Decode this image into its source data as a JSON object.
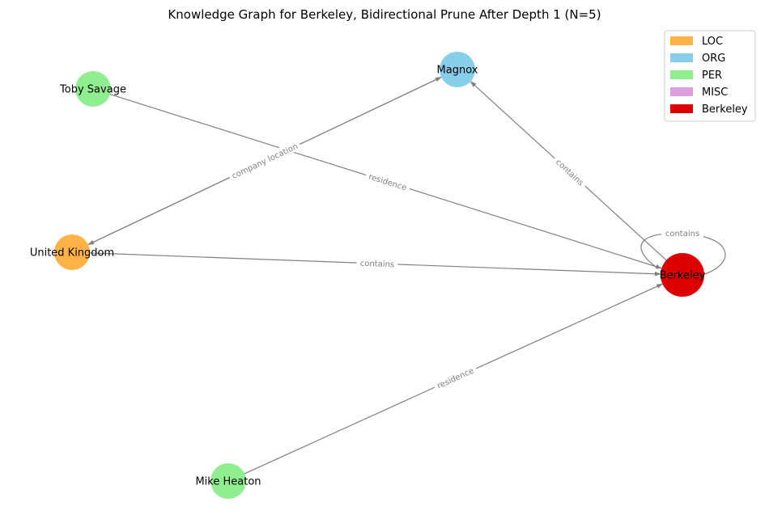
{
  "title": "Knowledge Graph for Berkeley, Bidirectional Prune After Depth 1 (N=5)",
  "colors": {
    "LOC": "#ffb347",
    "ORG": "#87ceeb",
    "PER": "#90ee90",
    "MISC": "#dda0dd",
    "Berkeley": "#dd0000",
    "edge": "#808080"
  },
  "nodes": [
    {
      "id": "berkeley",
      "label": "Berkeley",
      "type": "Berkeley"
    },
    {
      "id": "magnox",
      "label": "Magnox",
      "type": "ORG"
    },
    {
      "id": "toby",
      "label": "Toby Savage",
      "type": "PER"
    },
    {
      "id": "uk",
      "label": "United Kingdom",
      "type": "LOC"
    },
    {
      "id": "mike",
      "label": "Mike Heaton",
      "type": "PER"
    }
  ],
  "edges": [
    {
      "source": "toby",
      "target": "berkeley",
      "label": "residence"
    },
    {
      "source": "uk",
      "target": "berkeley",
      "label": "contains"
    },
    {
      "source": "mike",
      "target": "berkeley",
      "label": "residence"
    },
    {
      "source": "berkeley",
      "target": "magnox",
      "label": "contains"
    },
    {
      "source": "berkeley",
      "target": "berkeley",
      "label": "contains"
    },
    {
      "source": "magnox",
      "target": "uk",
      "label": "company location"
    },
    {
      "source": "uk",
      "target": "magnox",
      "label": ""
    }
  ],
  "legend": [
    {
      "label": "LOC",
      "type": "LOC"
    },
    {
      "label": "ORG",
      "type": "ORG"
    },
    {
      "label": "PER",
      "type": "PER"
    },
    {
      "label": "MISC",
      "type": "MISC"
    },
    {
      "label": "Berkeley",
      "type": "Berkeley"
    }
  ]
}
